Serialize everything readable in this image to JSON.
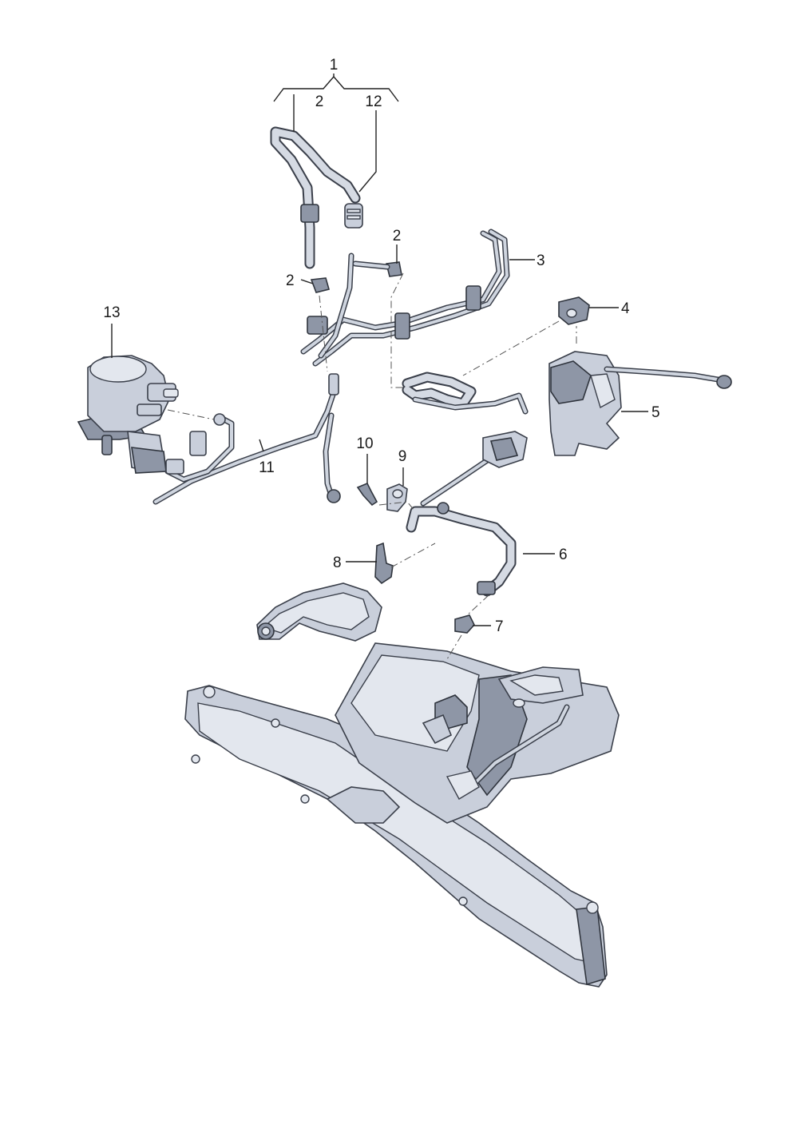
{
  "callouts": {
    "c1": "1",
    "c2a": "2",
    "c12": "12",
    "c2b": "2",
    "c3": "3",
    "c2c": "2",
    "c4": "4",
    "c13": "13",
    "c5": "5",
    "c10": "10",
    "c9": "9",
    "c11": "11",
    "c8": "8",
    "c6": "6",
    "c7": "7"
  }
}
